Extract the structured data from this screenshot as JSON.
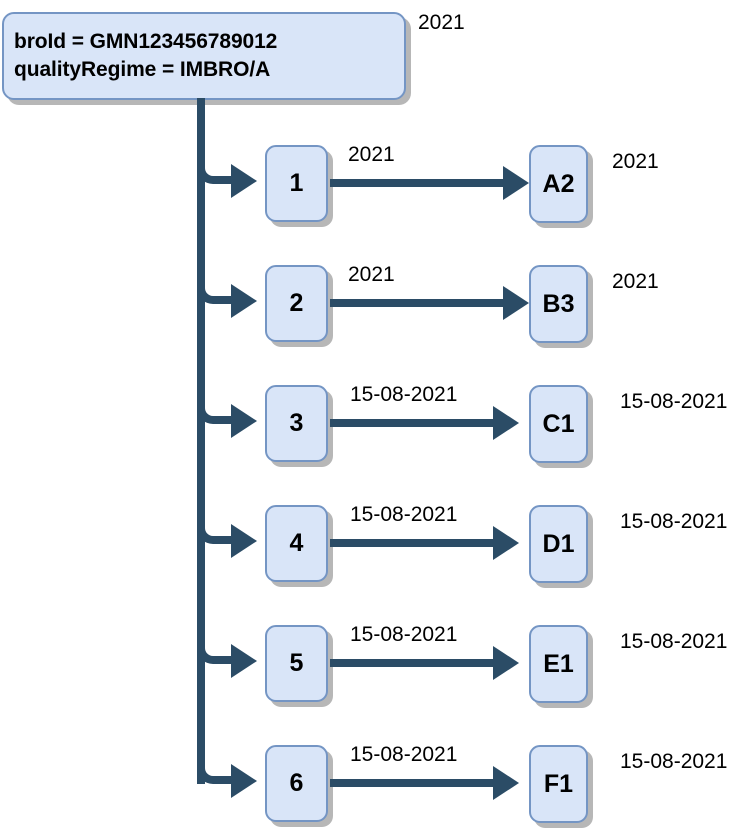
{
  "diagram": {
    "root": {
      "lines": [
        "broId = GMN123456789012",
        "qualityRegime = IMBRO/A"
      ],
      "tail_label": "2021"
    },
    "rows": [
      {
        "left_node": "1",
        "edge_label": "2021",
        "right_node": "A2",
        "tail_label": "2021"
      },
      {
        "left_node": "2",
        "edge_label": "2021",
        "right_node": "B3",
        "tail_label": "2021"
      },
      {
        "left_node": "3",
        "edge_label": "15-08-2021",
        "right_node": "C1",
        "tail_label": "15-08-2021"
      },
      {
        "left_node": "4",
        "edge_label": "15-08-2021",
        "right_node": "D1",
        "tail_label": "15-08-2021"
      },
      {
        "left_node": "5",
        "edge_label": "15-08-2021",
        "right_node": "E1",
        "tail_label": "15-08-2021"
      },
      {
        "left_node": "6",
        "edge_label": "15-08-2021",
        "right_node": "F1",
        "tail_label": "15-08-2021"
      }
    ],
    "colors": {
      "node_fill": "#d9e5f8",
      "node_border": "#7495c4",
      "connector": "#2b4c66",
      "shadow": "#aaaaaa",
      "text": "#000000",
      "background": "#ffffff"
    }
  }
}
